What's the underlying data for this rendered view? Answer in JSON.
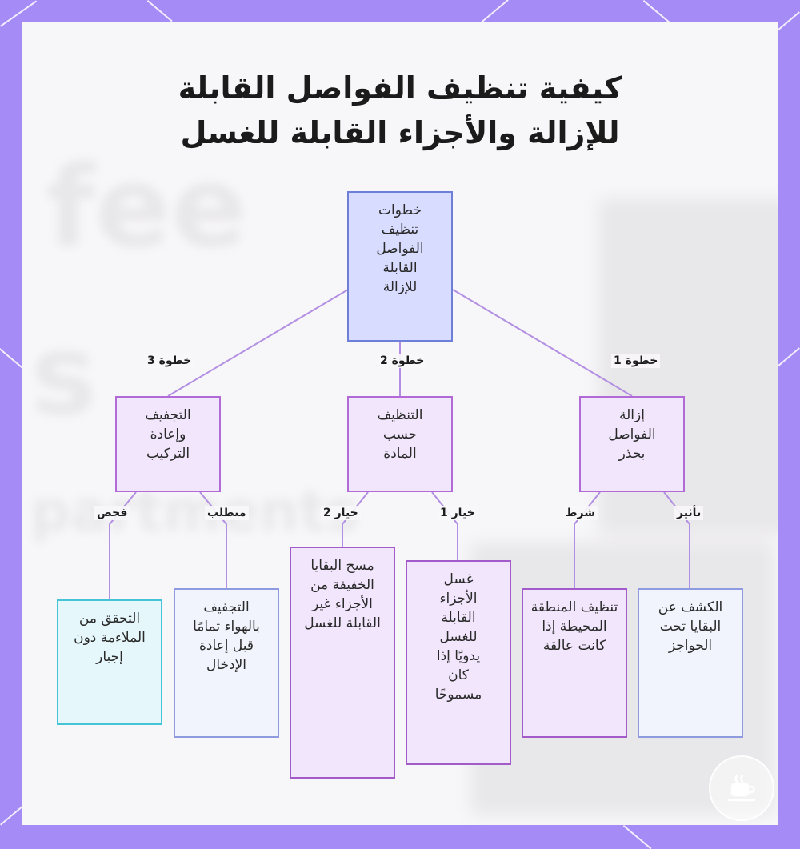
{
  "title": {
    "line1": "كيفية تنظيف الفواصل القابلة",
    "line2": "للإزالة والأجزاء القابلة للغسل"
  },
  "background_text": {
    "word1": "fee",
    "word2": "s",
    "word3": "partments"
  },
  "nodes": {
    "root": "خطوات تنظيف الفواصل القابلة للإزالة",
    "step1": "إزالة الفواصل بحذر",
    "step2": "التنظيف حسب المادة",
    "step3": "التجفيف وإعادة التركيب",
    "leaf_residue": "الكشف عن البقايا تحت الحواجز",
    "leaf_sticky": "تنظيف المنطقة المحيطة إذا كانت عالقة",
    "leaf_wash": "غسل الأجزاء القابلة للغسل يدويًا إذا كان مسموحًا",
    "leaf_wipe": "مسح البقايا الخفيفة من الأجزاء غير القابلة للغسل",
    "leaf_dry": "التجفيف بالهواء تمامًا قبل إعادة الإدخال",
    "leaf_fit": "التحقق من الملاءمة دون إجبار"
  },
  "edge_labels": {
    "step1": "خطوة 1",
    "step2": "خطوة 2",
    "step3": "خطوة 3",
    "effect": "تأثير",
    "condition": "شرط",
    "option1": "خيار 1",
    "option2": "خيار 2",
    "requirement": "متطلب",
    "check": "فحص"
  },
  "colors": {
    "frame": "#a58bf5",
    "root_fill": "#d8dcff",
    "step_fill": "#f1e6fb",
    "connector": "#b38fe3",
    "check_border": "#44c4d6"
  },
  "icons": {
    "logo": "coffee-cup-icon"
  }
}
